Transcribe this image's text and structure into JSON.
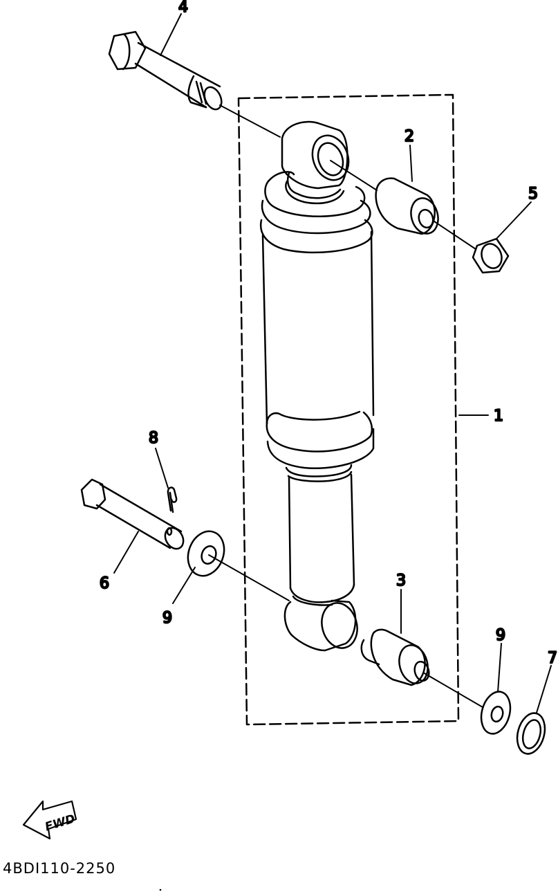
{
  "diagram": {
    "ref_code": "4BDI110-2250",
    "direction_label": "FWD",
    "callouts": {
      "c1": "1",
      "c2": "2",
      "c3": "3",
      "c4": "4",
      "c5": "5",
      "c6": "6",
      "c7": "7",
      "c8": "8",
      "c9a": "9",
      "c9b": "9"
    },
    "colors": {
      "line": "#000000",
      "background": "#ffffff"
    }
  }
}
